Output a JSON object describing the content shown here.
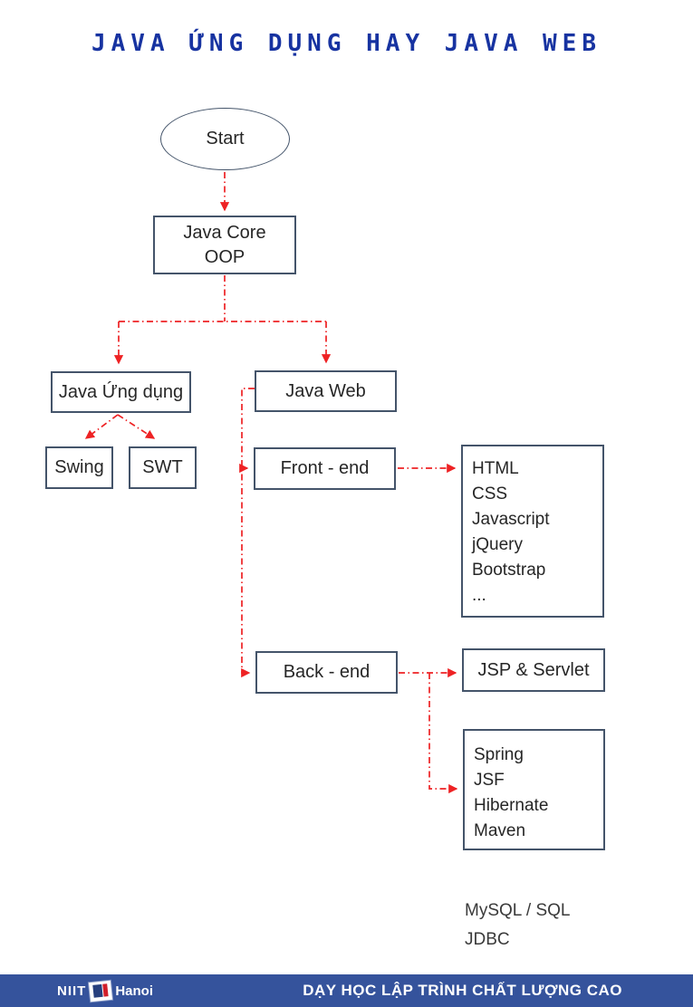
{
  "page": {
    "title": "JAVA ỨNG DỤNG HAY JAVA WEB"
  },
  "colors": {
    "title_text": "#1733a1",
    "box_border": "#44546a",
    "connector_red": "#ee2224",
    "footer_bg": "#35539c",
    "footer_text": "#ffffff",
    "logo_red": "#d21f2b",
    "logo_blue": "#27407e"
  },
  "nodes": {
    "start": "Start",
    "java_core_line1": "Java Core",
    "java_core_line2": "OOP",
    "java_app": "Java Ứng dụng",
    "swing": "Swing",
    "swt": "SWT",
    "java_web": "Java Web",
    "front_end": "Front - end",
    "back_end": "Back - end",
    "jsp_servlet": "JSP & Servlet"
  },
  "frontend_stack": {
    "items": [
      "HTML",
      "CSS",
      "Javascript",
      "jQuery",
      "Bootstrap",
      "..."
    ]
  },
  "backend_stack": {
    "items": [
      "Spring",
      "JSF",
      "Hibernate",
      "Maven"
    ]
  },
  "database_notes": {
    "items": [
      "MySQL / SQL",
      "JDBC"
    ]
  },
  "footer": {
    "logo_niit": "NIIT",
    "logo_city": "Hanoi",
    "slogan": "DẠY HỌC LẬP TRÌNH CHẤT LƯỢNG CAO"
  }
}
